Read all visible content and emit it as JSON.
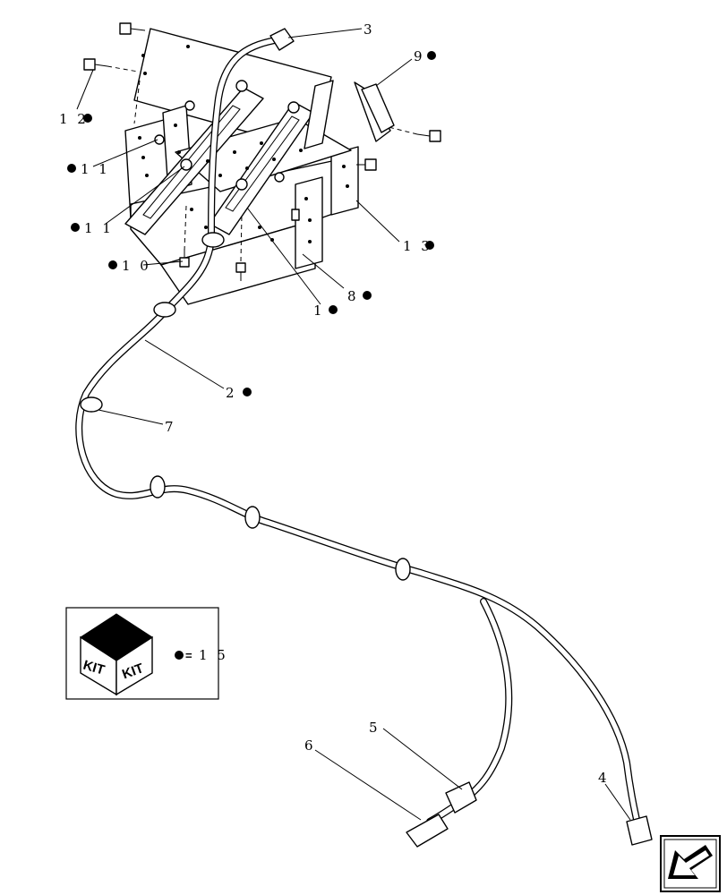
{
  "callouts": [
    {
      "id": "c3",
      "text": "3",
      "dot": "none"
    },
    {
      "id": "c9",
      "text": "9",
      "dot": "after"
    },
    {
      "id": "c12",
      "text": "1 2",
      "dot": "after"
    },
    {
      "id": "c11a",
      "text": "1 1",
      "dot": "before"
    },
    {
      "id": "c11b",
      "text": "1 1",
      "dot": "before"
    },
    {
      "id": "c13",
      "text": "1 3",
      "dot": "after"
    },
    {
      "id": "c10",
      "text": "1 0",
      "dot": "before"
    },
    {
      "id": "c8",
      "text": "8",
      "dot": "after"
    },
    {
      "id": "c1",
      "text": "1",
      "dot": "after"
    },
    {
      "id": "c2",
      "text": "2",
      "dot": "after"
    },
    {
      "id": "c7",
      "text": "7",
      "dot": "none"
    },
    {
      "id": "c5",
      "text": "5",
      "dot": "none"
    },
    {
      "id": "c6",
      "text": "6",
      "dot": "none"
    },
    {
      "id": "c4",
      "text": "4",
      "dot": "none"
    }
  ],
  "kit_legend": {
    "box_word_left": "KIT",
    "box_word_right": "KIT",
    "equals": "=",
    "value": "1 5"
  },
  "nav_icon": "back-arrow-icon"
}
